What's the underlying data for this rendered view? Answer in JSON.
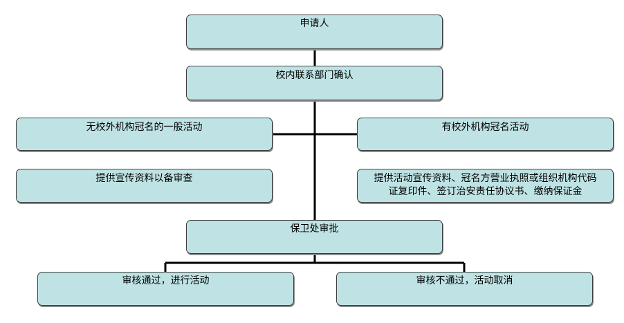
{
  "flowchart": {
    "applicant": "申请人",
    "dept_confirm": "校内联系部门确认",
    "general_activity": "无校外机构冠名的一般活动",
    "sponsored_activity": "有校外机构冠名活动",
    "general_requirement": "提供宣传资料以备审查",
    "sponsored_requirement_line1": "提供活动宣传资料、冠名方营业执照或组织机构代码",
    "sponsored_requirement_line2": "证复印件、签订治安责任协议书、缴纳保证金",
    "security_review": "保卫处审批",
    "approved": "审核通过，进行活动",
    "rejected": "审核不通过，活动取消"
  },
  "colors": {
    "box_fill": "#bfe3e4",
    "box_border": "#3d3d3d",
    "connector": "#000000"
  }
}
